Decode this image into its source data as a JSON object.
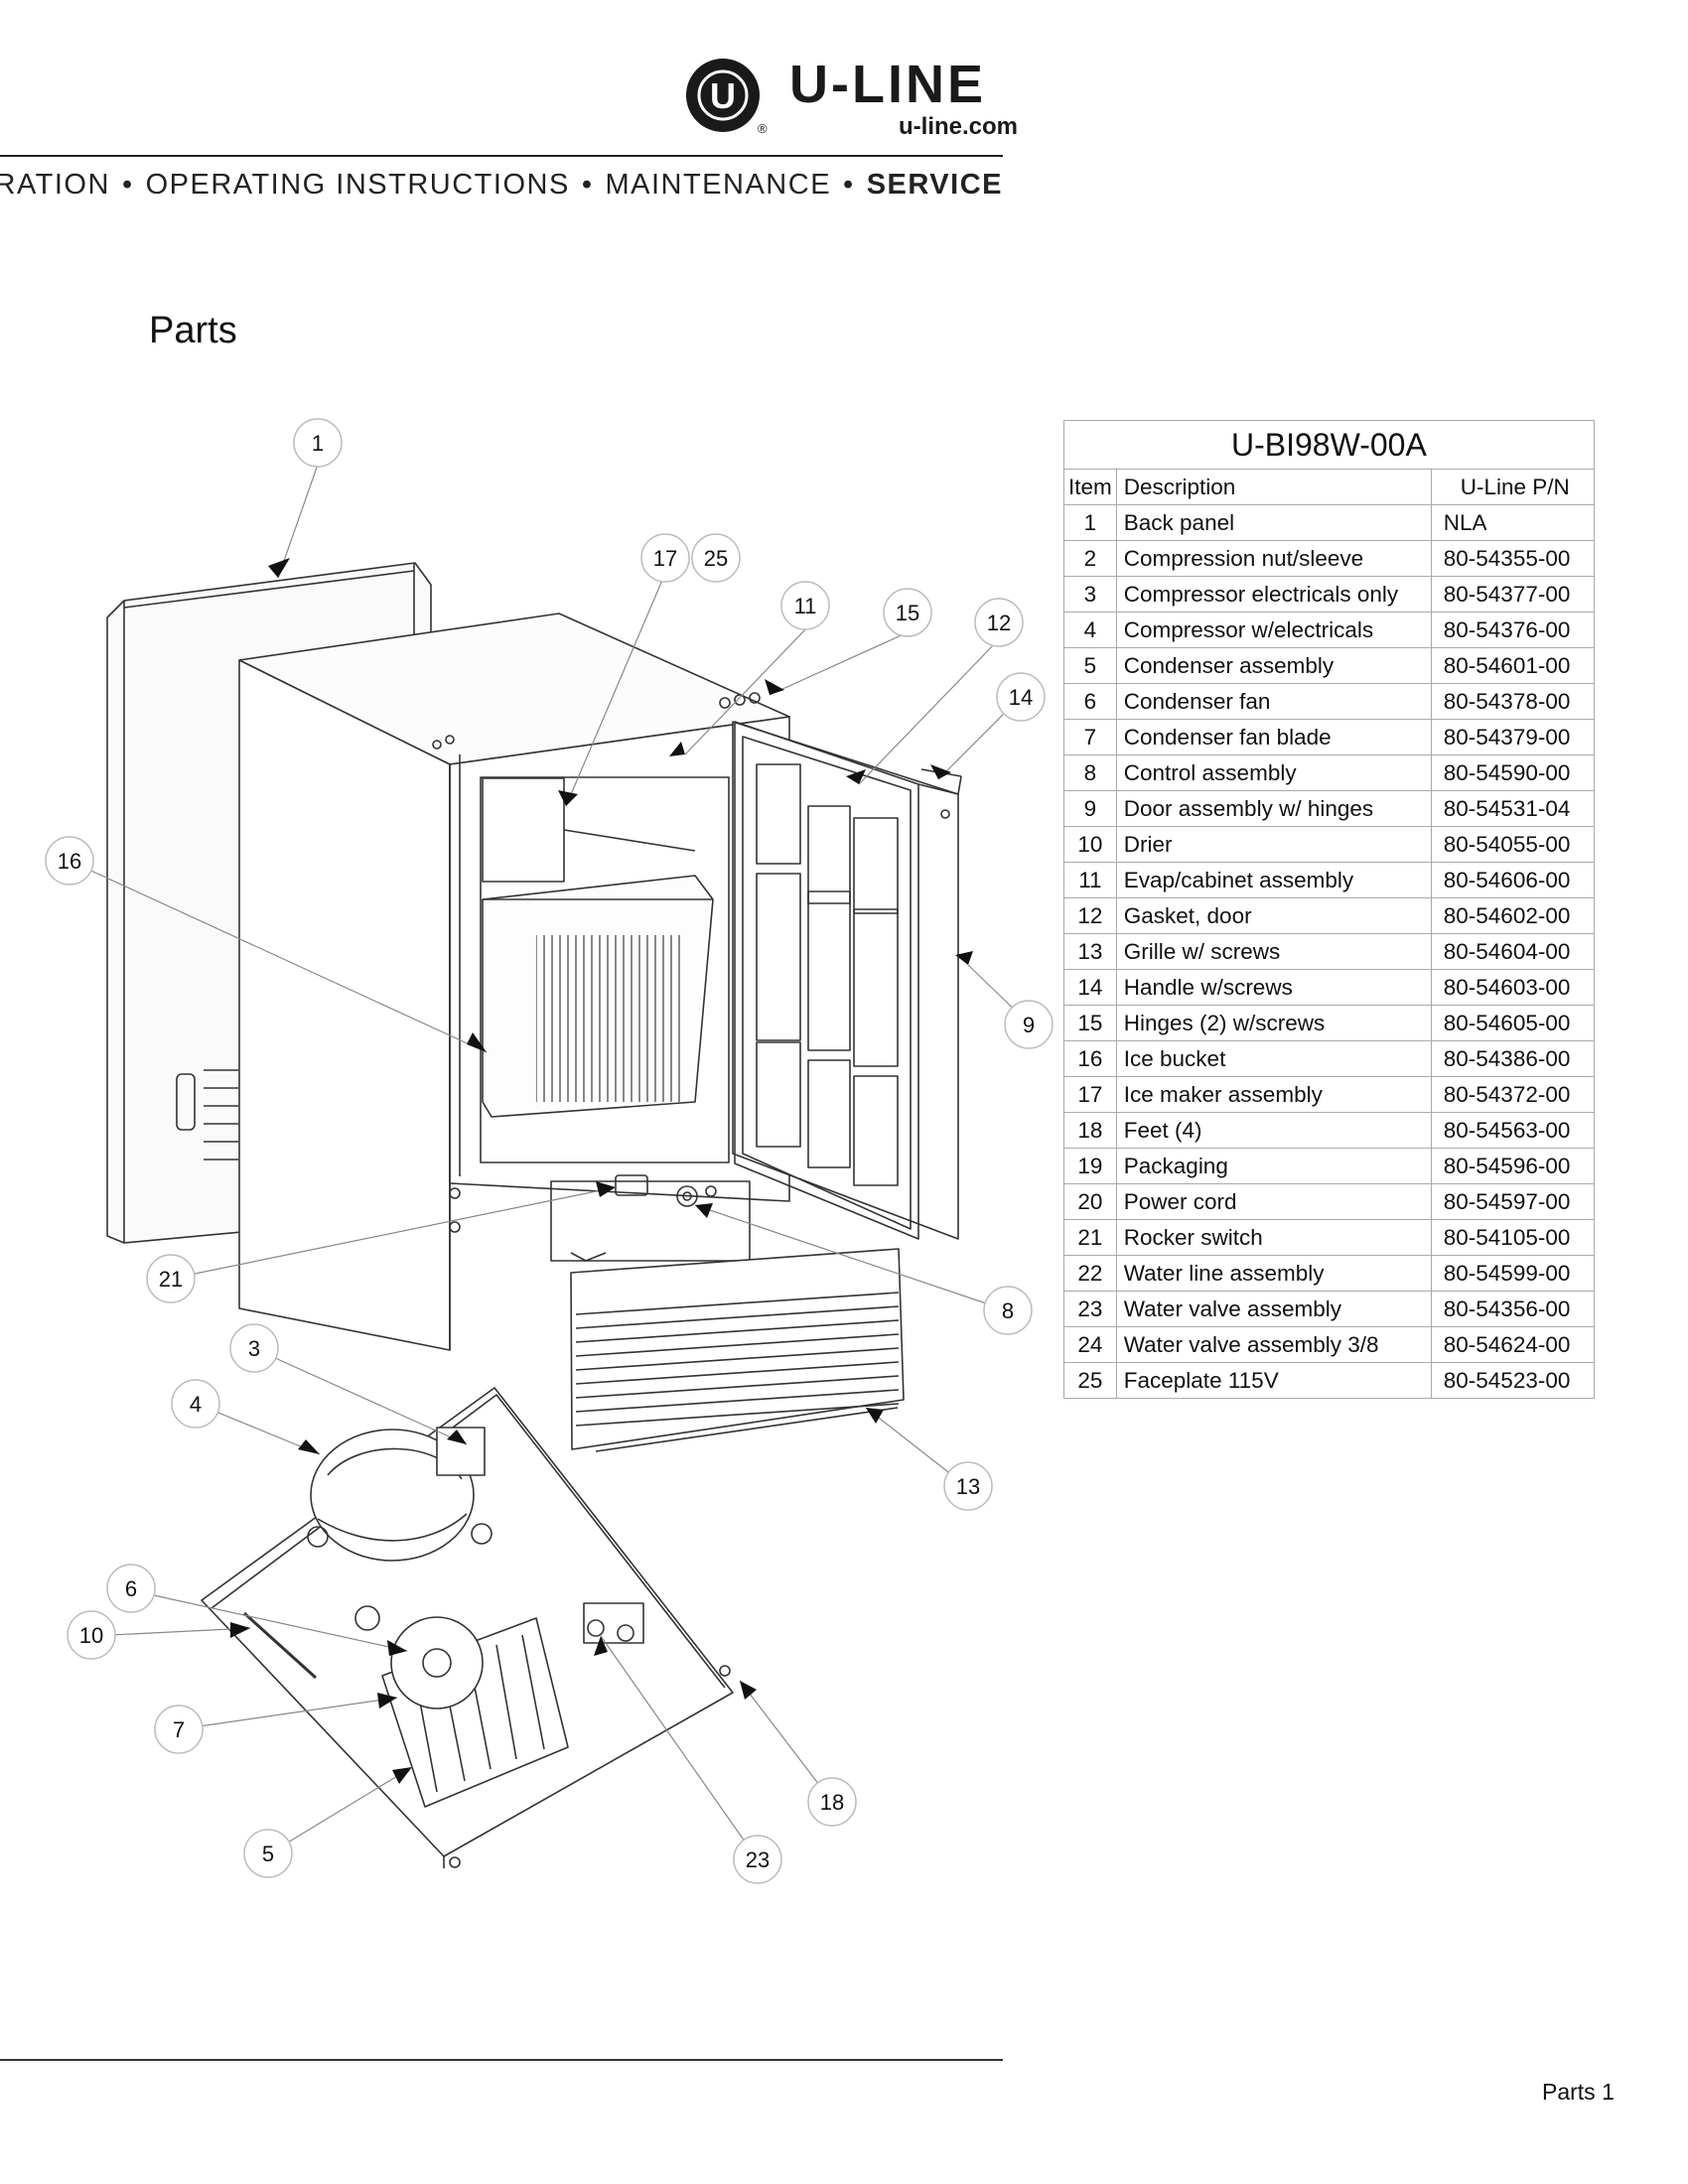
{
  "brand": {
    "name": "U-LINE",
    "logo_letter": "U",
    "registered": "®",
    "url": "u-line.com"
  },
  "nav_strip": {
    "items": [
      "EGRATION",
      "OPERATING INSTRUCTIONS",
      "MAINTENANCE",
      "SERVICE"
    ],
    "separator": "•"
  },
  "page": {
    "title": "Parts",
    "footer": "Parts 1"
  },
  "callouts": [
    {
      "number": "1"
    },
    {
      "number": "17"
    },
    {
      "number": "25"
    },
    {
      "number": "11"
    },
    {
      "number": "15"
    },
    {
      "number": "12"
    },
    {
      "number": "14"
    },
    {
      "number": "16"
    },
    {
      "number": "9"
    },
    {
      "number": "21"
    },
    {
      "number": "8"
    },
    {
      "number": "3"
    },
    {
      "number": "4"
    },
    {
      "number": "13"
    },
    {
      "number": "6"
    },
    {
      "number": "10"
    },
    {
      "number": "7"
    },
    {
      "number": "18"
    },
    {
      "number": "5"
    },
    {
      "number": "23"
    }
  ],
  "parts_table": {
    "model": "U-BI98W-00A",
    "headers": [
      "Item",
      "Description",
      "U-Line P/N"
    ],
    "rows": [
      {
        "item": "1",
        "description": "Back panel",
        "pn": "NLA"
      },
      {
        "item": "2",
        "description": "Compression nut/sleeve",
        "pn": "80-54355-00"
      },
      {
        "item": "3",
        "description": "Compressor electricals only",
        "pn": "80-54377-00"
      },
      {
        "item": "4",
        "description": "Compressor w/electricals",
        "pn": "80-54376-00"
      },
      {
        "item": "5",
        "description": "Condenser assembly",
        "pn": "80-54601-00"
      },
      {
        "item": "6",
        "description": "Condenser fan",
        "pn": "80-54378-00"
      },
      {
        "item": "7",
        "description": "Condenser fan blade",
        "pn": "80-54379-00"
      },
      {
        "item": "8",
        "description": "Control assembly",
        "pn": "80-54590-00"
      },
      {
        "item": "9",
        "description": "Door assembly w/ hinges",
        "pn": "80-54531-04"
      },
      {
        "item": "10",
        "description": "Drier",
        "pn": "80-54055-00"
      },
      {
        "item": "11",
        "description": "Evap/cabinet assembly",
        "pn": "80-54606-00"
      },
      {
        "item": "12",
        "description": "Gasket, door",
        "pn": "80-54602-00"
      },
      {
        "item": "13",
        "description": "Grille w/ screws",
        "pn": "80-54604-00"
      },
      {
        "item": "14",
        "description": "Handle w/screws",
        "pn": "80-54603-00"
      },
      {
        "item": "15",
        "description": "Hinges (2) w/screws",
        "pn": "80-54605-00"
      },
      {
        "item": "16",
        "description": "Ice bucket",
        "pn": "80-54386-00"
      },
      {
        "item": "17",
        "description": "Ice maker assembly",
        "pn": "80-54372-00"
      },
      {
        "item": "18",
        "description": "Feet (4)",
        "pn": "80-54563-00"
      },
      {
        "item": "19",
        "description": "Packaging",
        "pn": "80-54596-00"
      },
      {
        "item": "20",
        "description": "Power cord",
        "pn": "80-54597-00"
      },
      {
        "item": "21",
        "description": "Rocker switch",
        "pn": "80-54105-00"
      },
      {
        "item": "22",
        "description": "Water line assembly",
        "pn": "80-54599-00"
      },
      {
        "item": "23",
        "description": "Water valve assembly",
        "pn": "80-54356-00"
      },
      {
        "item": "24",
        "description": "Water valve assembly 3/8",
        "pn": "80-54624-00"
      },
      {
        "item": "25",
        "description": "Faceplate 115V",
        "pn": "80-54523-00"
      }
    ]
  }
}
